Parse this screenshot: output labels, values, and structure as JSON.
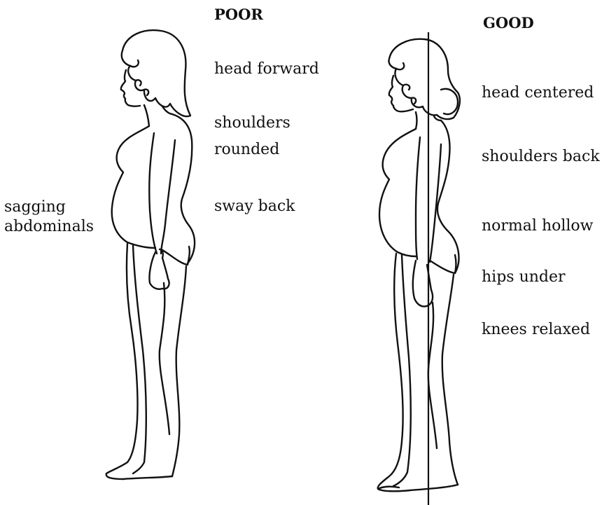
{
  "poor": {
    "heading": "POOR",
    "labels": {
      "head": "head forward",
      "shoulders_line1": "shoulders",
      "shoulders_line2": "rounded",
      "back": "sway back",
      "abdominals_line1": "sagging",
      "abdominals_line2": "abdominals"
    }
  },
  "good": {
    "heading": "GOOD",
    "labels": {
      "head": "head centered",
      "shoulders": "shoulders back",
      "back": "normal hollow",
      "hips": "hips under",
      "knees": "knees relaxed"
    }
  },
  "icons": {
    "poor_figure": "poor-posture-figure",
    "good_figure": "good-posture-figure",
    "alignment_line": "plumb-line"
  }
}
